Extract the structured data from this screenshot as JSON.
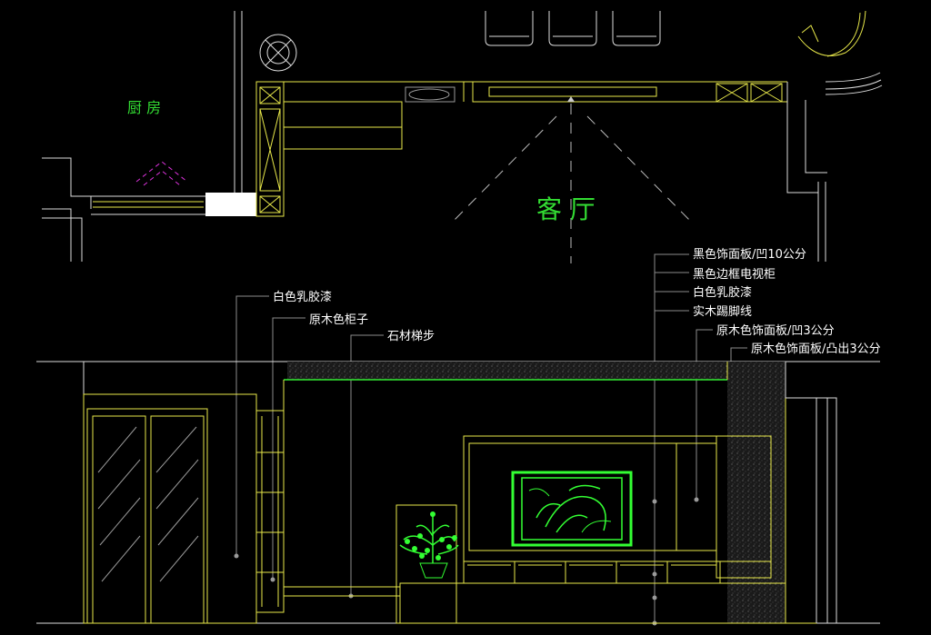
{
  "plan": {
    "kitchen_label": "厨 房",
    "living_label": "客 厅"
  },
  "annotations_right": [
    {
      "id": "black-panel",
      "text": "黑色饰面板/凹10公分"
    },
    {
      "id": "black-frame-tv-cabinet",
      "text": "黑色边框电视柜"
    },
    {
      "id": "white-latex-paint",
      "text": "白色乳胶漆"
    },
    {
      "id": "solid-wood-baseboard",
      "text": "实木踢脚线"
    },
    {
      "id": "wood-panel-recessed",
      "text": "原木色饰面板/凹3公分"
    },
    {
      "id": "wood-panel-protruding",
      "text": "原木色饰面板/凸出3公分"
    }
  ],
  "annotations_left": [
    {
      "id": "white-latex-paint-left",
      "text": "白色乳胶漆"
    },
    {
      "id": "wood-cabinet",
      "text": "原木色柜子"
    },
    {
      "id": "stone-step",
      "text": "石材梯步"
    }
  ],
  "colors": {
    "background": "#000000",
    "linework": "#e8e84a",
    "highlight": "#33ff33",
    "label": "#33dd33",
    "magenta": "#dd33dd"
  }
}
